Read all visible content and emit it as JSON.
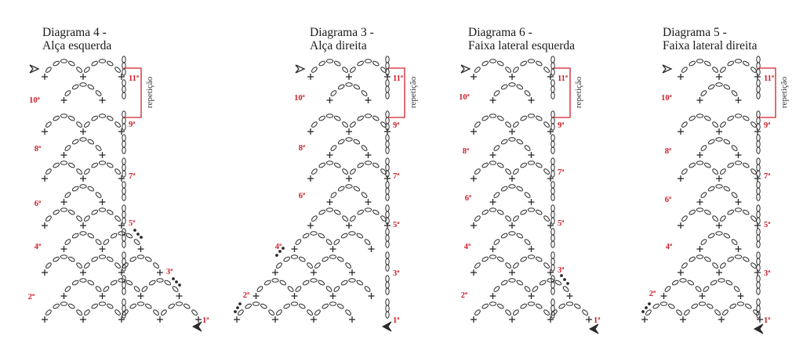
{
  "diagrams": [
    {
      "id": "d4",
      "title_line1": "Diagrama 4 -",
      "title_line2": "Alça esquerda",
      "repeat_label": "repetição",
      "row_labels": [
        "1ª",
        "2ª",
        "3ª",
        "4ª",
        "5ª",
        "6ª",
        "7ª",
        "8ª",
        "9ª",
        "10ª",
        "11ª"
      ]
    },
    {
      "id": "d3",
      "title_line1": "Diagrama 3 -",
      "title_line2": "Alça direita",
      "repeat_label": "repetição",
      "row_labels": [
        "1ª",
        "2ª",
        "3ª",
        "4ª",
        "5ª",
        "6ª",
        "7ª",
        "8ª",
        "9ª",
        "10ª",
        "11ª"
      ]
    },
    {
      "id": "d6",
      "title_line1": "Diagrama 6 -",
      "title_line2": "Faixa lateral esquerda",
      "repeat_label": "repetição",
      "row_labels": [
        "1ª",
        "2ª",
        "3ª",
        "4ª",
        "5ª",
        "6ª",
        "7ª",
        "8ª",
        "9ª",
        "10ª",
        "11ª"
      ]
    },
    {
      "id": "d5",
      "title_line1": "Diagrama 5 -",
      "title_line2": "Faixa lateral direita",
      "repeat_label": "repetição",
      "row_labels": [
        "1ª",
        "2ª",
        "3ª",
        "4ª",
        "5ª",
        "6ª",
        "7ª",
        "8ª",
        "9ª",
        "10ª",
        "11ª"
      ]
    }
  ],
  "colors": {
    "ink": "#2b2b2b",
    "row_number": "#d0202a",
    "repeat_bracket": "#d0202a"
  },
  "symbols": {
    "start_marker": "arrow-start-icon",
    "end_marker": "arrow-end-icon",
    "single_crochet": "plus-icon",
    "chain": "oval-chain-icon",
    "slip_stitch": "dot-icon"
  }
}
